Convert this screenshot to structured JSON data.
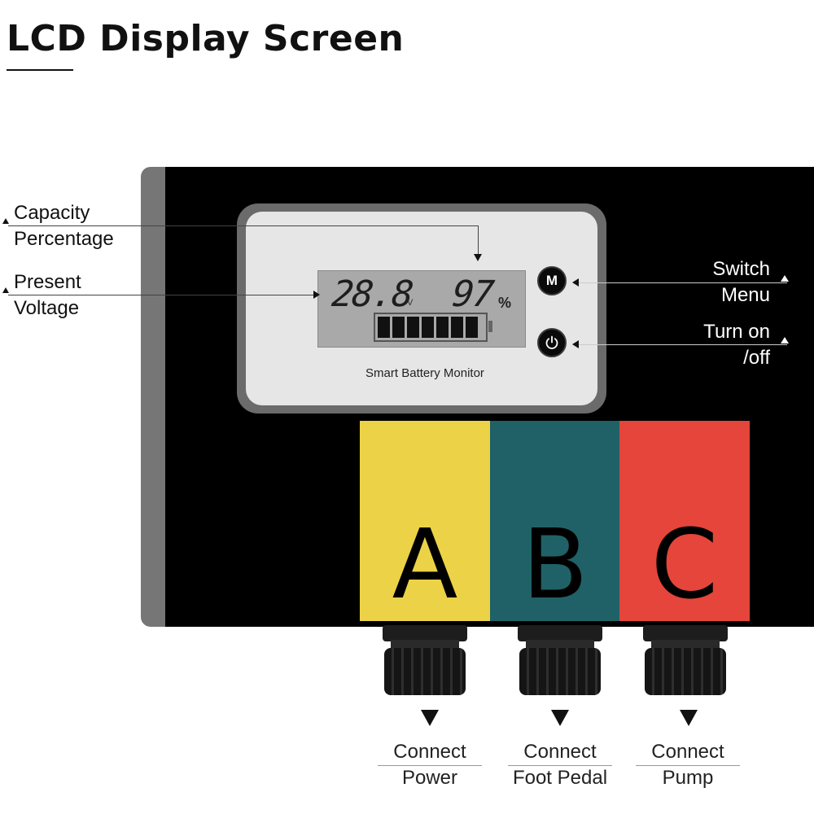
{
  "title": "LCD Display Screen",
  "monitor": {
    "voltage_reading": "28.8",
    "voltage_unit": "V",
    "capacity_reading": "97",
    "capacity_unit": "%",
    "battery_segments_filled": 7,
    "battery_segments_total": 7,
    "label": "Smart Battery Monitor"
  },
  "buttons": {
    "menu_symbol": "M",
    "power_icon": "power-icon"
  },
  "callouts": {
    "capacity": [
      "Capacity",
      "Percentage"
    ],
    "voltage": [
      "Present",
      "Voltage"
    ],
    "switch_menu": [
      "Switch",
      "Menu"
    ],
    "power": [
      "Turn on",
      "/off"
    ]
  },
  "ports": [
    {
      "letter": "A",
      "color": "#ecd247",
      "label_line1": "Connect",
      "label_line2": "Power"
    },
    {
      "letter": "B",
      "color": "#1f6166",
      "label_line1": "Connect",
      "label_line2": "Foot Pedal"
    },
    {
      "letter": "C",
      "color": "#e5453a",
      "label_line1": "Connect",
      "label_line2": "Pump"
    }
  ],
  "colors": {
    "device_body": "#000000",
    "device_side": "#767676",
    "lcd_background": "#a9a9a9"
  }
}
